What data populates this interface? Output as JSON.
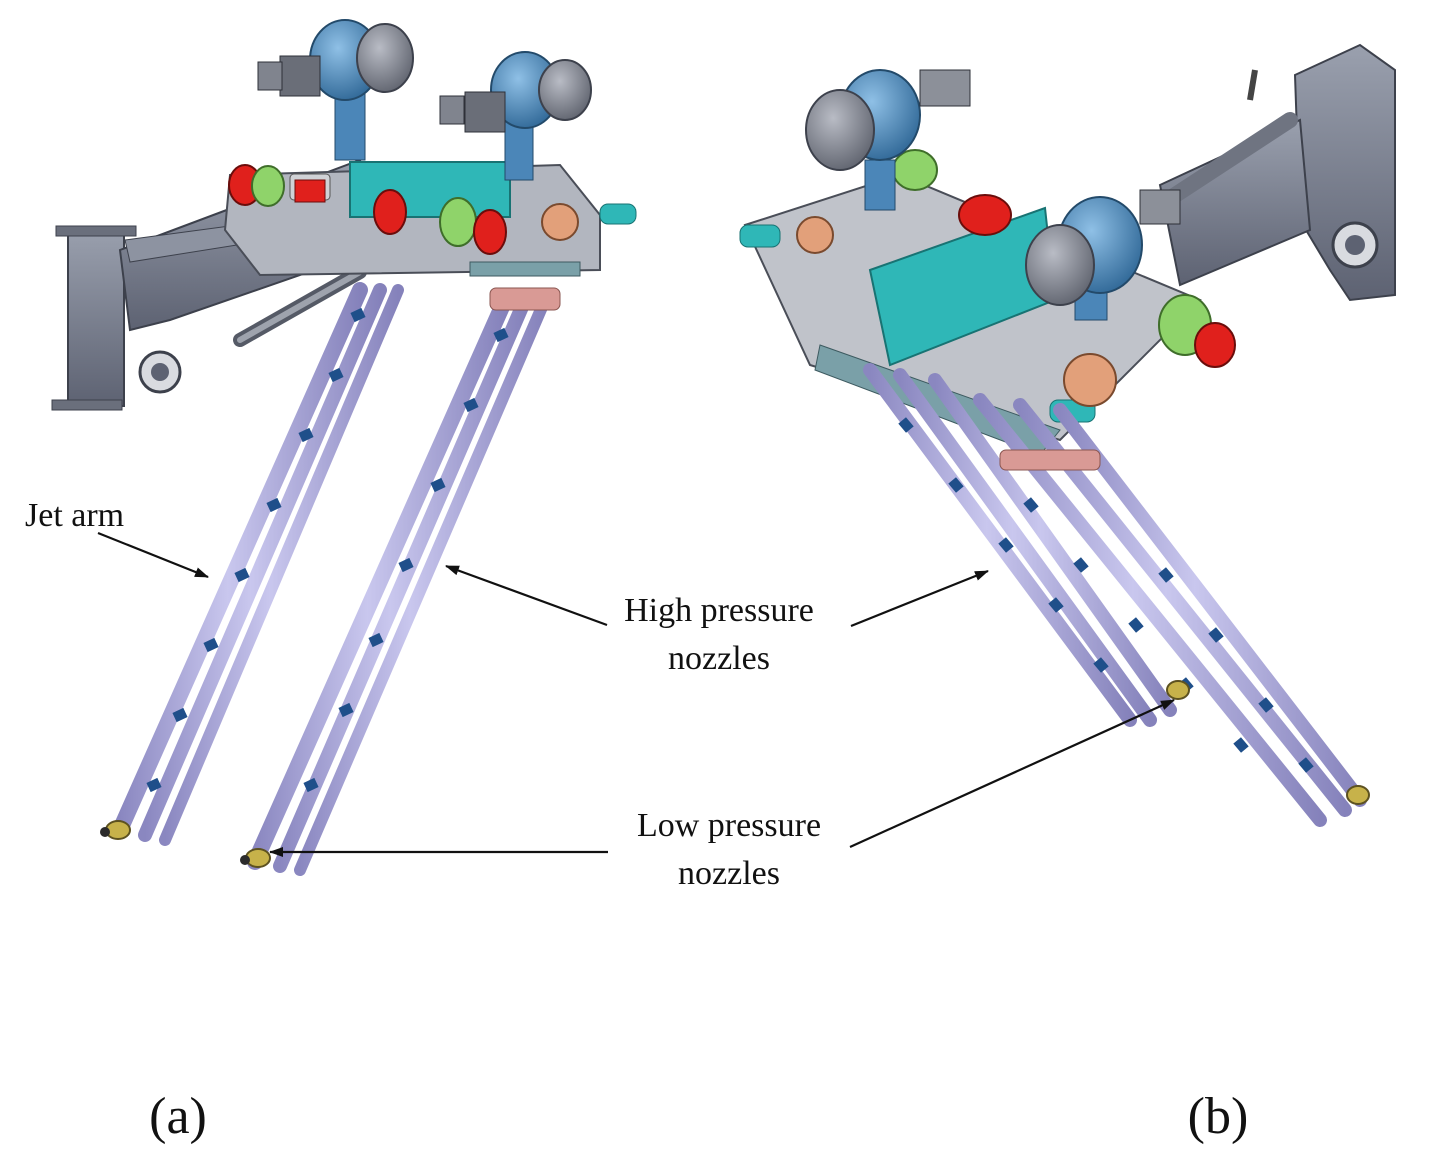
{
  "labels": {
    "jet_arm": "Jet arm",
    "high_pressure_line1": "High pressure",
    "high_pressure_line2": "nozzles",
    "low_pressure_line1": "Low pressure",
    "low_pressure_line2": "nozzles"
  },
  "panels": {
    "a": "(a)",
    "b": "(b)"
  },
  "colors": {
    "frame_gray": "#7c8191",
    "frame_dark": "#4e5360",
    "pipe_lavender": "#a9a6d6",
    "pipe_edge": "#6f6ca3",
    "nozzle_blue": "#1f4f8a",
    "nozzle_pink": "#d99a95",
    "pump_blue": "#4b86b8",
    "manifold_teal": "#2fb7b7",
    "valve_red": "#e0201c",
    "valve_green": "#8fd36a",
    "tip_yellow": "#c7b24a"
  }
}
